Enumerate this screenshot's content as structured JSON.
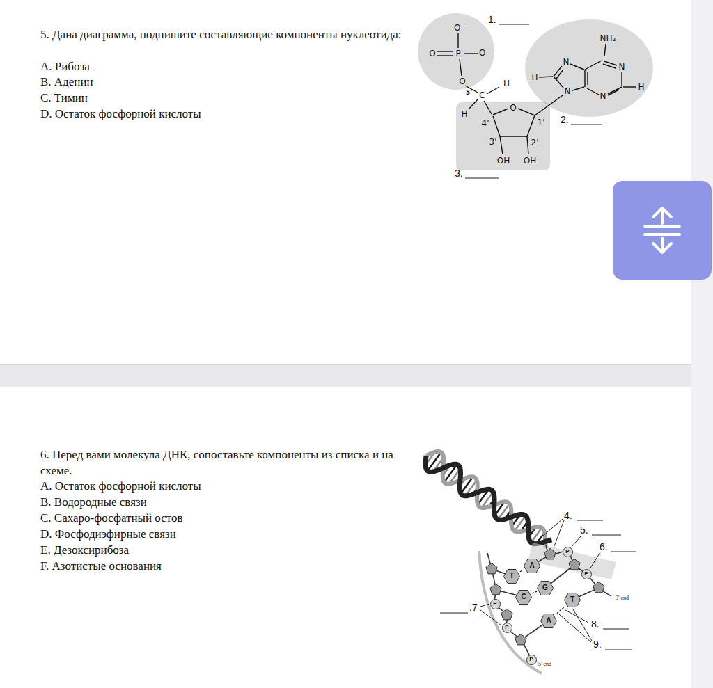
{
  "diagram": {
    "nodes": [
      {
        "text": [
          "O⁻",
          "O",
          "P",
          "O⁻",
          "O"
        ]
      },
      {
        "text": [
          "H",
          "4'",
          "O",
          "1'",
          "3'",
          "2'",
          "OH",
          "OH"
        ]
      },
      {
        "text": [
          "NH₂",
          "N",
          "N",
          "H",
          "N",
          "N",
          "H"
        ]
      },
      {
        "text": [
          "P"
        ]
      },
      {
        "text": [
          "A"
        ]
      },
      {
        "text": [
          "P"
        ]
      },
      {
        "text": [
          "T"
        ]
      },
      {
        "text": [
          "G"
        ]
      },
      {
        "text": [
          "C"
        ]
      },
      {
        "text": [
          "T"
        ]
      },
      {
        "text": [
          "P"
        ]
      },
      {
        "text": [
          "A"
        ]
      },
      {
        "text": [
          "P"
        ]
      },
      {
        "text": [
          "P"
        ]
      }
    ],
    "edges": [
      {
        "from": 6,
        "to": 4,
        "arrow": "none"
      },
      {
        "from": 8,
        "to": 7,
        "arrow": "none"
      },
      {
        "from": 11,
        "to": 9,
        "arrow": "none"
      }
    ],
    "labels": [
      "5. Дана диаграмма, подпишите составляющие компоненты нуклеотида:",
      "A. Рибоза",
      "B. Аденин",
      "C. Тимин",
      "D. Остаток фосфорной кислоты",
      "1.",
      "2.",
      "3.",
      "5'",
      "C",
      "H",
      "6. Перед вами молекула ДНК, сопоставьте компоненты из списка и на схеме.",
      "A. Остаток фосфорной кислоты",
      "B. Водородные связи",
      "C. Сахаро-фосфатный остов",
      "D. Фосфодиэфирные связи",
      "E. Дезоксирибоза",
      "F. Азотистые основания",
      "4.",
      "5.",
      "6.",
      ".7",
      "8.",
      "9.",
      "3' end",
      "5' end"
    ]
  }
}
